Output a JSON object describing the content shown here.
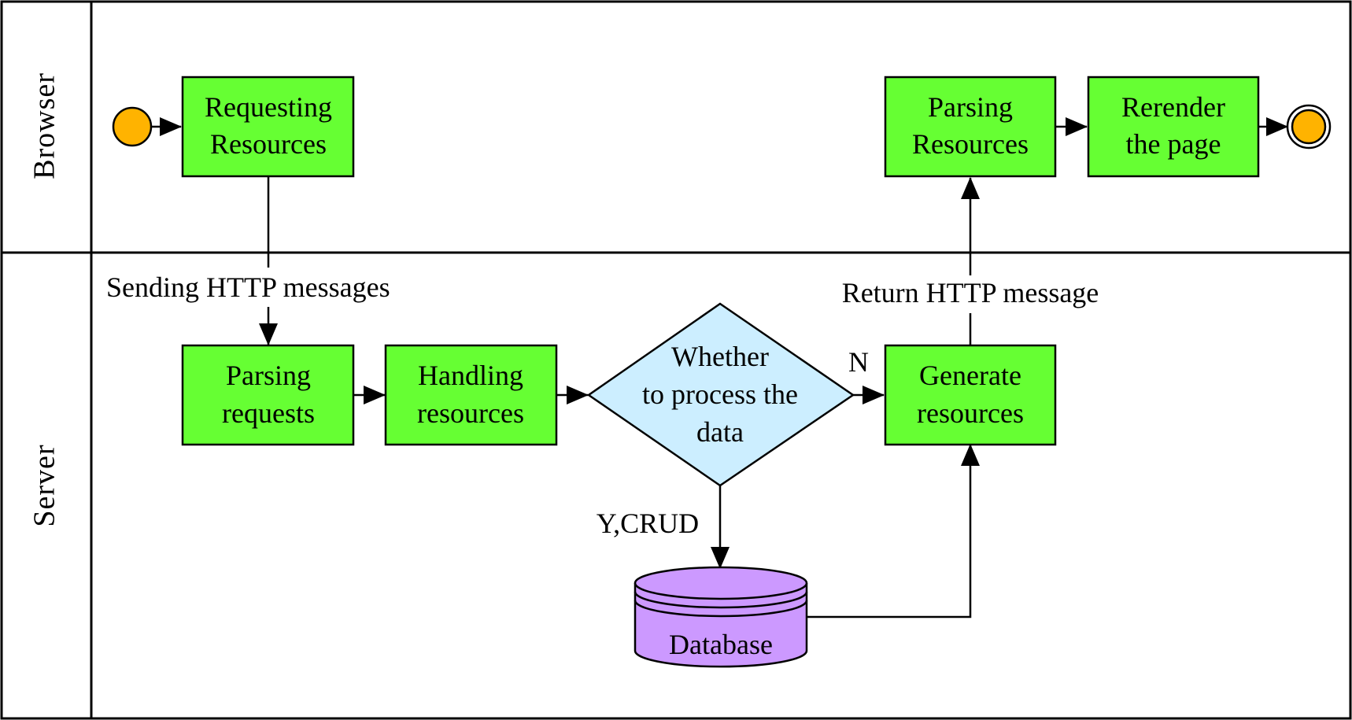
{
  "lanes": {
    "browser": "Browser",
    "server": "Server"
  },
  "nodes": {
    "requesting_resources": [
      "Requesting",
      "Resources"
    ],
    "parsing_resources": [
      "Parsing",
      "Resources"
    ],
    "rerender_page": [
      "Rerender",
      "the page"
    ],
    "parsing_requests": [
      "Parsing",
      "requests"
    ],
    "handling_resources": [
      "Handling",
      "resources"
    ],
    "decision": [
      "Whether",
      "to process the",
      "data"
    ],
    "generate_resources": [
      "Generate",
      "resources"
    ],
    "database": "Database"
  },
  "edge_labels": {
    "send": "Sending HTTP messages",
    "return": "Return HTTP message",
    "no": "N",
    "yes": "Y,CRUD"
  },
  "colors": {
    "process": "#66ff33",
    "decision": "#cceeff",
    "database": "#cc99ff",
    "event": "#ffb300",
    "line": "#000000"
  }
}
